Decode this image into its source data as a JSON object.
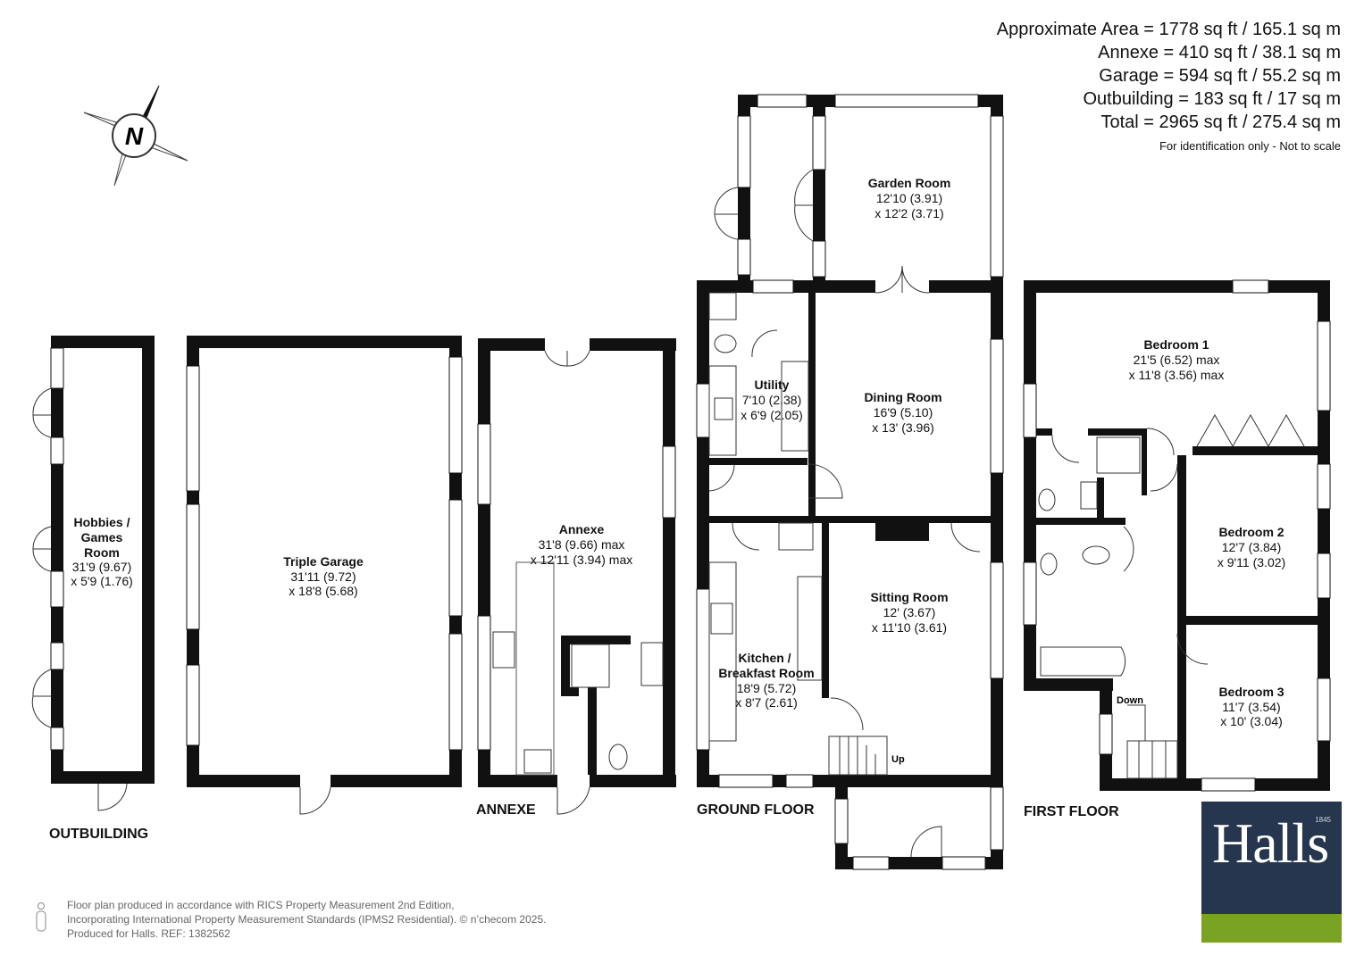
{
  "areas": {
    "approx": "Approximate Area = 1778 sq ft / 165.1 sq m",
    "annexe": "Annexe = 410 sq ft / 38.1 sq m",
    "garage": "Garage = 594 sq ft / 55.2 sq m",
    "outbuilding": "Outbuilding = 183 sq ft / 17 sq m",
    "total": "Total = 2965 sq ft / 275.4 sq m",
    "note": "For identification only - Not to scale"
  },
  "compass": {
    "letter": "N"
  },
  "rooms": {
    "hobbies": {
      "name1": "Hobbies /",
      "name2": "Games",
      "name3": "Room",
      "dim1": "31'9 (9.67)",
      "dim2": "x 5'9 (1.76)"
    },
    "garage": {
      "name": "Triple Garage",
      "dim1": "31'11 (9.72)",
      "dim2": "x 18'8 (5.68)"
    },
    "annexe": {
      "name": "Annexe",
      "dim1": "31'8 (9.66) max",
      "dim2": "x 12'11 (3.94) max"
    },
    "garden": {
      "name": "Garden Room",
      "dim1": "12'10 (3.91)",
      "dim2": "x 12'2 (3.71)"
    },
    "utility": {
      "name": "Utility",
      "dim1": "7'10 (2.38)",
      "dim2": "x 6'9 (2.05)"
    },
    "dining": {
      "name": "Dining Room",
      "dim1": "16'9 (5.10)",
      "dim2": "x 13' (3.96)"
    },
    "sitting": {
      "name": "Sitting Room",
      "dim1": "12' (3.67)",
      "dim2": "x 11'10 (3.61)"
    },
    "kitchen": {
      "name1": "Kitchen /",
      "name2": "Breakfast Room",
      "dim1": "18'9 (5.72)",
      "dim2": "x 8'7 (2.61)"
    },
    "bed1": {
      "name": "Bedroom 1",
      "dim1": "21'5 (6.52) max",
      "dim2": "x 11'8 (3.56) max"
    },
    "bed2": {
      "name": "Bedroom 2",
      "dim1": "12'7 (3.84)",
      "dim2": "x 9'11 (3.02)"
    },
    "bed3": {
      "name": "Bedroom 3",
      "dim1": "11'7 (3.54)",
      "dim2": "x 10' (3.04)"
    }
  },
  "stairs": {
    "up": "Up",
    "down": "Down"
  },
  "sections": {
    "outbuilding": "OUTBUILDING",
    "annexe": "ANNEXE",
    "ground": "GROUND FLOOR",
    "first": "FIRST FLOOR"
  },
  "footer": {
    "line1": "Floor plan produced in accordance with RICS Property Measurement 2nd Edition,",
    "line2": "Incorporating International Property Measurement Standards (IPMS2 Residential).   © n’checom 2025.",
    "line3": "Produced for Halls.   REF: 1382562"
  },
  "logo": {
    "word": "Halls",
    "year": "1845",
    "navy": "#26364e",
    "green": "#7aa323"
  }
}
